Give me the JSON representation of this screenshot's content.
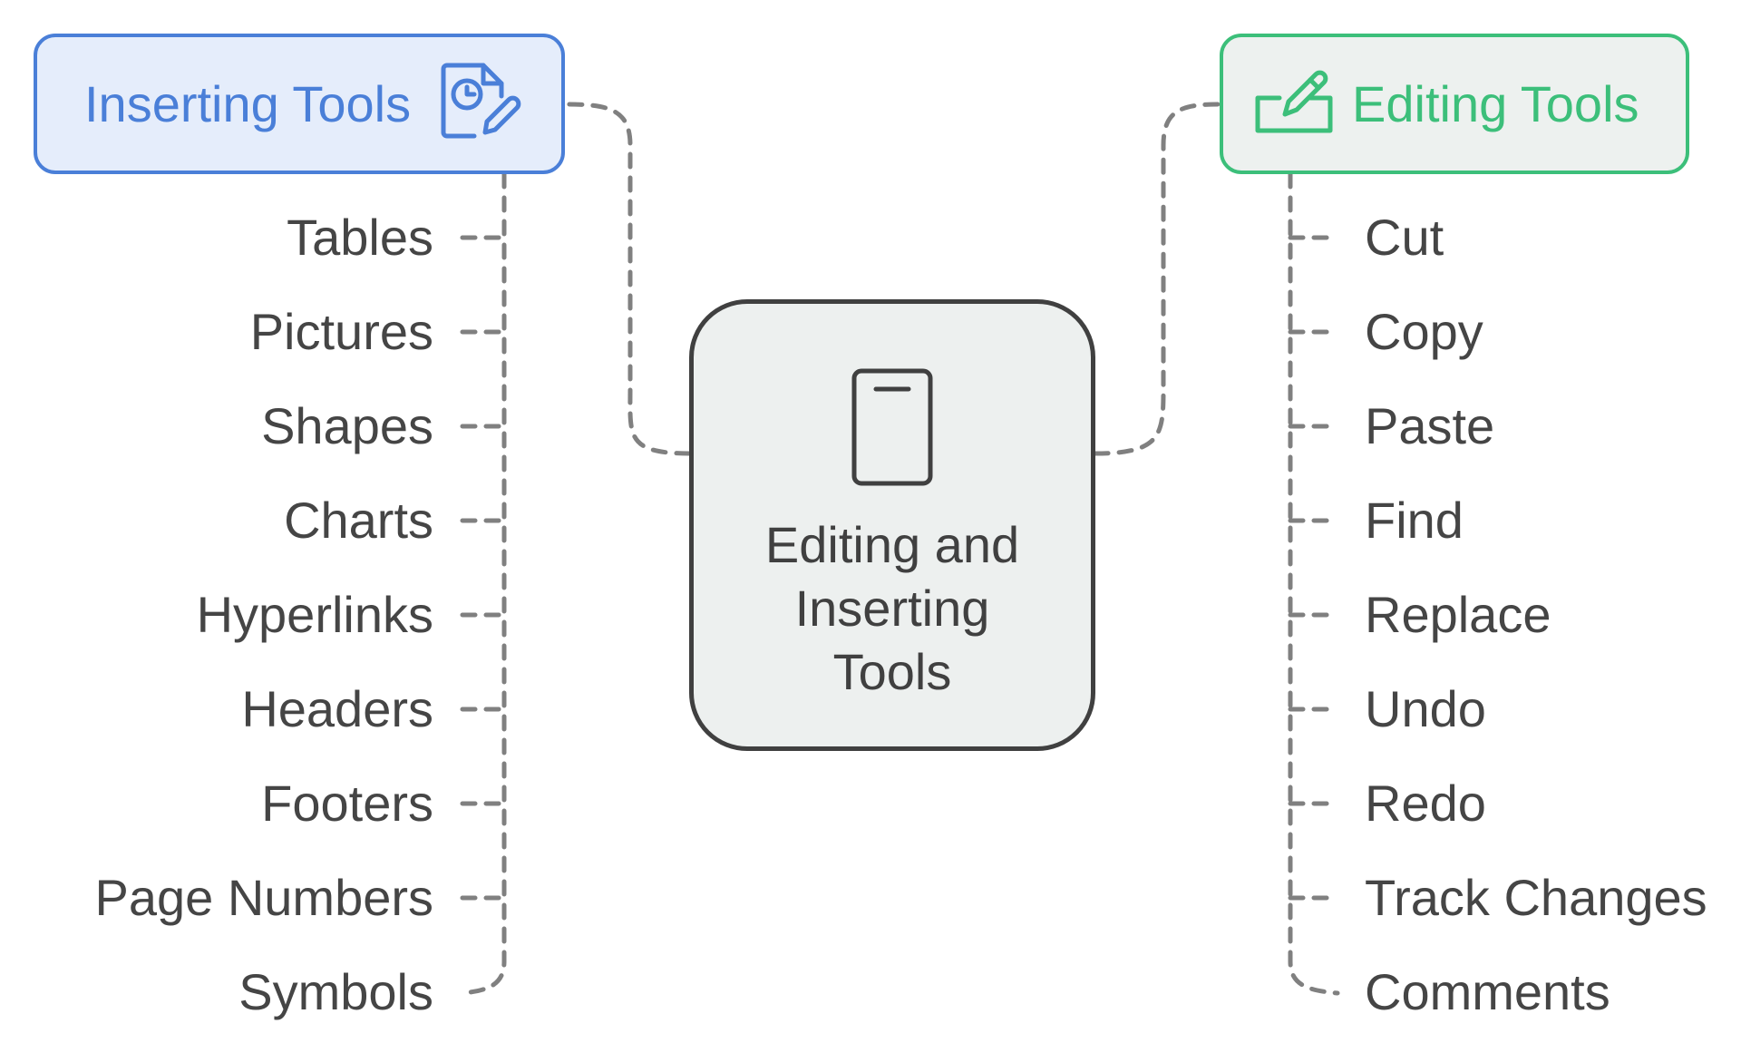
{
  "center": {
    "lines": [
      "Editing and",
      "Inserting",
      "Tools"
    ],
    "icon": "tablet-icon"
  },
  "inserting": {
    "title": "Inserting Tools",
    "icon": "document-edit-icon",
    "color": "#4a7fd8",
    "fill": "#e5edfb",
    "items": [
      "Tables",
      "Pictures",
      "Shapes",
      "Charts",
      "Hyperlinks",
      "Headers",
      "Footers",
      "Page Numbers",
      "Symbols"
    ]
  },
  "editing": {
    "title": "Editing Tools",
    "icon": "pencil-box-icon",
    "color": "#3cbf7a",
    "fill": "#edf1ef",
    "items": [
      "Cut",
      "Copy",
      "Paste",
      "Find",
      "Replace",
      "Undo",
      "Redo",
      "Track Changes",
      "Comments"
    ]
  },
  "connector_color": "#808080"
}
